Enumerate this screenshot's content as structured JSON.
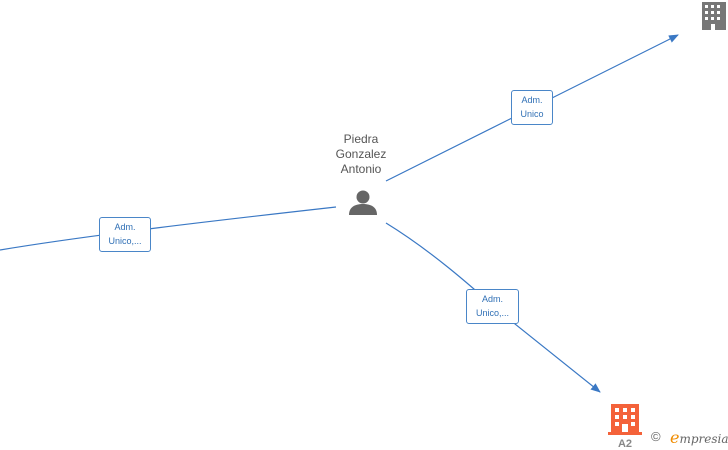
{
  "center_node": {
    "name_lines": [
      "Piedra",
      "Gonzalez",
      "Antonio"
    ],
    "icon": "person-icon"
  },
  "edges": [
    {
      "id": "top-right",
      "label_lines": [
        "Adm.",
        "Unico"
      ]
    },
    {
      "id": "left",
      "label_lines": [
        "Adm.",
        "Unico,..."
      ]
    },
    {
      "id": "bottom-right",
      "label_lines": [
        "Adm.",
        "Unico,..."
      ]
    }
  ],
  "company_nodes": [
    {
      "id": "top-right-company",
      "icon": "building-icon",
      "color": "#777777"
    },
    {
      "id": "bottom-right-company",
      "icon": "building-icon",
      "color": "#f4623a",
      "caption": "A2"
    }
  ],
  "footer": {
    "copyright_symbol": "©",
    "brand_initial": "e",
    "brand_rest": "mpresia",
    "brand_color": "#f08c00"
  },
  "colors": {
    "edge": "#3a78c4",
    "label_border": "#4a86c8",
    "person": "#666666"
  }
}
